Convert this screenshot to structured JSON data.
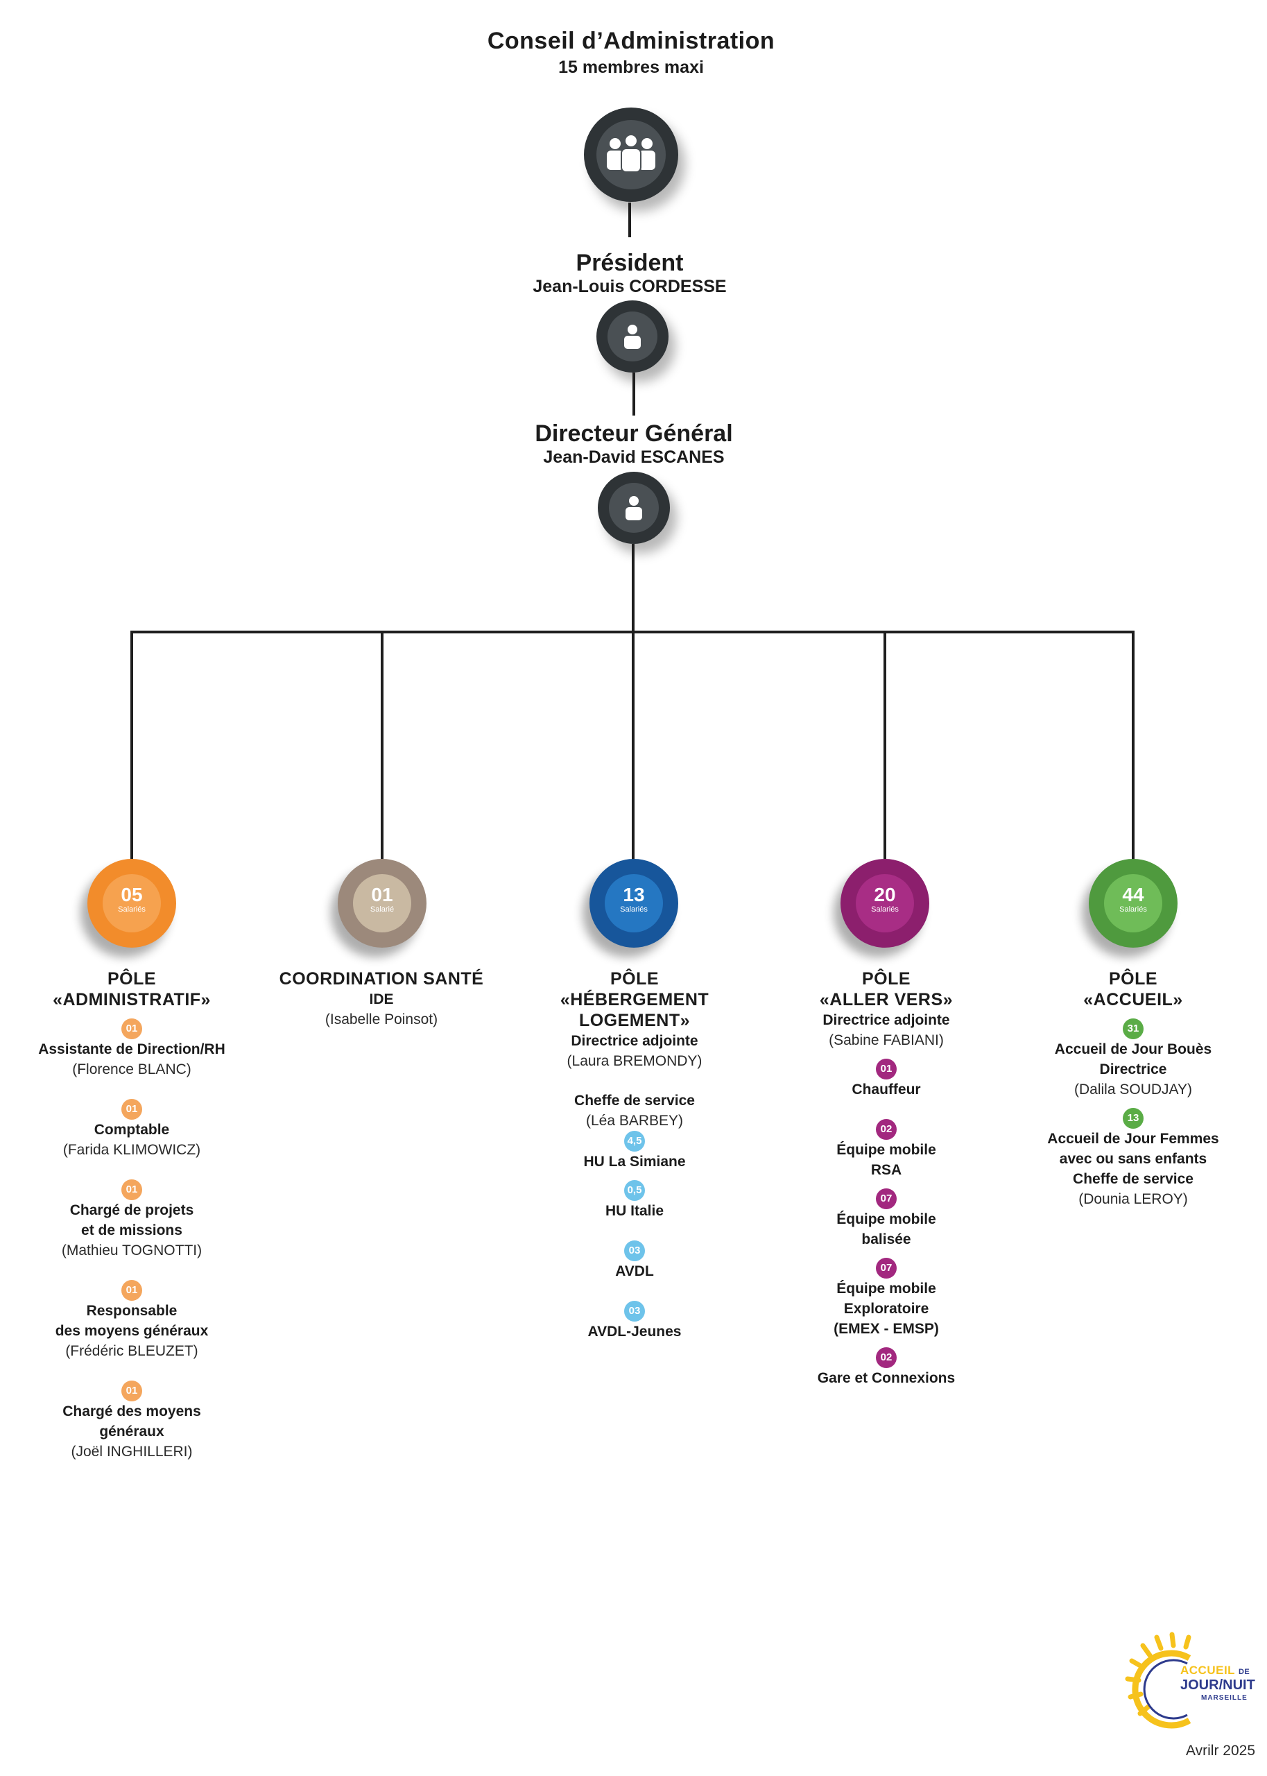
{
  "top": {
    "title": "Conseil d’Administration",
    "subtitle": "15 membres maxi"
  },
  "president": {
    "title": "Président",
    "name": "Jean-Louis CORDESSE"
  },
  "director": {
    "title": "Directeur Général",
    "name": "Jean-David ESCANES"
  },
  "colors": {
    "administratif": "#f28c2b",
    "sante": "#a89483",
    "hebergement": "#1e6fb6",
    "aller_vers": "#a2287f",
    "accueil": "#5aac46",
    "badge_admin": "#f4a65d",
    "badge_heb": "#6ec3ea",
    "badge_aller": "#a2287f",
    "badge_accueil": "#5aac46"
  },
  "poles": [
    {
      "count": "05",
      "count_label": "Salariés",
      "title_lines": [
        "PÔLE",
        "«ADMINISTRATIF»"
      ],
      "entries": [
        {
          "badge": "01",
          "lines_bold": [
            "Assistante de Direction/RH"
          ],
          "lines_normal": [
            "(Florence BLANC)"
          ]
        },
        {
          "badge": "01",
          "lines_bold": [
            "Comptable"
          ],
          "lines_normal": [
            "(Farida KLIMOWICZ)"
          ]
        },
        {
          "badge": "01",
          "lines_bold": [
            "Chargé de projets",
            "et de missions"
          ],
          "lines_normal": [
            "(Mathieu TOGNOTTI)"
          ]
        },
        {
          "badge": "01",
          "lines_bold": [
            "Responsable",
            "des moyens généraux"
          ],
          "lines_normal": [
            "(Frédéric BLEUZET)"
          ]
        },
        {
          "badge": "01",
          "lines_bold": [
            "Chargé des moyens",
            "généraux"
          ],
          "lines_normal": [
            "(Joël INGHILLERI)"
          ]
        }
      ]
    },
    {
      "count": "01",
      "count_label": "Salarié",
      "title_lines": [
        "COORDINATION SANTÉ"
      ],
      "head_bold": [
        "IDE"
      ],
      "head_normal": [
        "(Isabelle Poinsot)"
      ],
      "entries": []
    },
    {
      "count": "13",
      "count_label": "Salariés",
      "title_lines": [
        "PÔLE",
        "«HÉBERGEMENT",
        "LOGEMENT»"
      ],
      "head_bold": [
        "Directrice adjointe"
      ],
      "head_normal": [
        "(Laura BREMONDY)"
      ],
      "head2_bold": [
        "Cheffe de service"
      ],
      "head2_normal": [
        "(Léa BARBEY)"
      ],
      "entries": [
        {
          "badge": "4,5",
          "lines_bold": [
            "HU La Simiane"
          ],
          "lines_normal": []
        },
        {
          "badge": "0,5",
          "lines_bold": [
            "HU Italie"
          ],
          "lines_normal": []
        },
        {
          "badge": "03",
          "lines_bold": [
            "AVDL"
          ],
          "lines_normal": []
        },
        {
          "badge": "03",
          "lines_bold": [
            "AVDL-Jeunes"
          ],
          "lines_normal": []
        }
      ]
    },
    {
      "count": "20",
      "count_label": "Salariés",
      "title_lines": [
        "PÔLE",
        "«ALLER VERS»"
      ],
      "head_bold": [
        "Directrice adjointe"
      ],
      "head_normal": [
        "(Sabine FABIANI)"
      ],
      "entries": [
        {
          "badge": "01",
          "lines_bold": [
            "Chauffeur"
          ],
          "lines_normal": []
        },
        {
          "badge": "02",
          "lines_bold": [
            "Équipe mobile",
            "RSA"
          ],
          "lines_normal": []
        },
        {
          "badge": "07",
          "lines_bold": [
            "Équipe mobile",
            "balisée"
          ],
          "lines_normal": []
        },
        {
          "badge": "07",
          "lines_bold": [
            "Équipe mobile",
            "Exploratoire",
            "(EMEX - EMSP)"
          ],
          "lines_normal": []
        },
        {
          "badge": "02",
          "lines_bold": [
            "Gare et Connexions"
          ],
          "lines_normal": []
        }
      ]
    },
    {
      "count": "44",
      "count_label": "Salariés",
      "title_lines": [
        "PÔLE",
        "«ACCUEIL»"
      ],
      "entries": [
        {
          "badge": "31",
          "lines_bold": [
            "Accueil de Jour Bouès",
            "Directrice"
          ],
          "lines_normal": [
            "(Dalila SOUDJAY)"
          ]
        },
        {
          "badge": "13",
          "lines_bold": [
            "Accueil de Jour Femmes",
            "avec ou sans enfants",
            "Cheffe de service"
          ],
          "lines_normal": [
            "(Dounia LEROY)"
          ]
        }
      ]
    }
  ],
  "logo": {
    "line1": "ACCUEIL",
    "de": "DE",
    "line2": "JOUR/NUIT",
    "line3": "MARSEILLE"
  },
  "footer_date": "Avrilr 2025"
}
